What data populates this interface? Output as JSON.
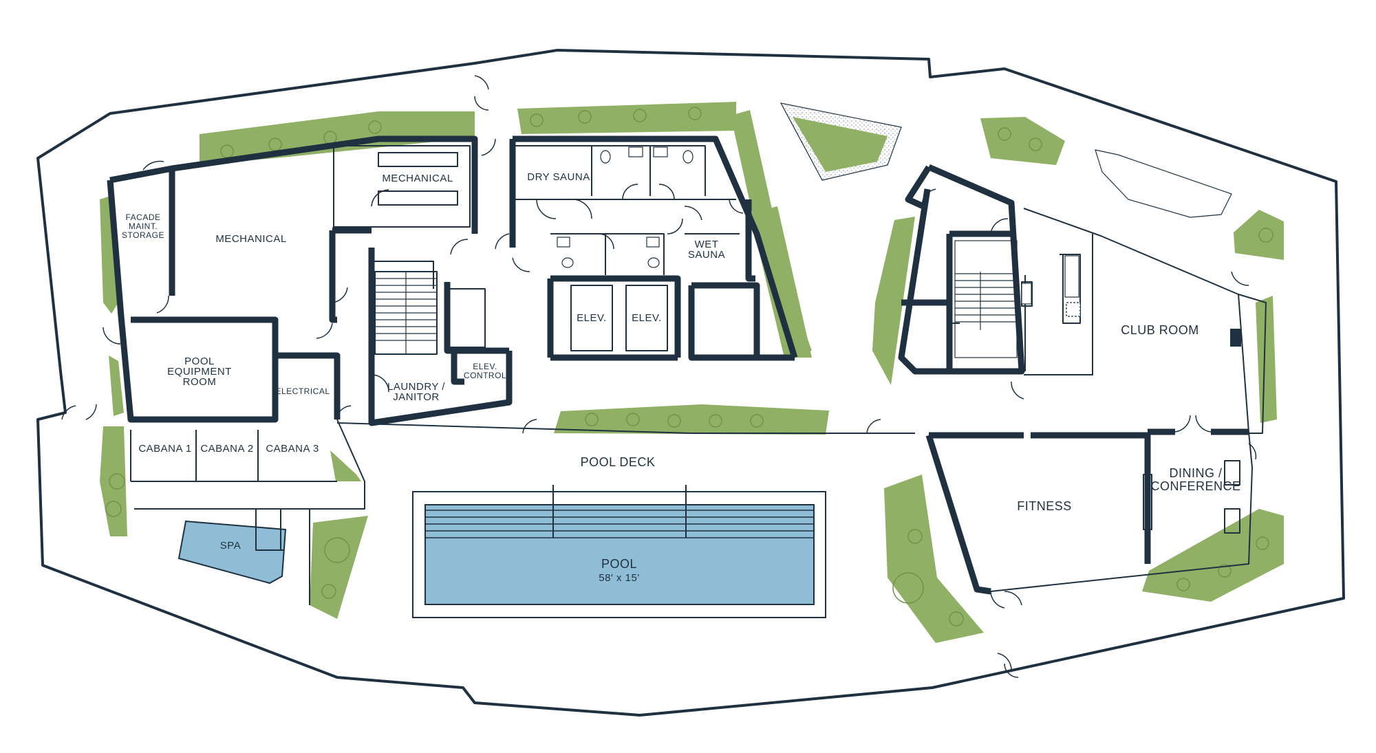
{
  "rooms": {
    "facade_maint_storage": [
      "FACADE",
      "MAINT.",
      "STORAGE"
    ],
    "mechanical_west": "MECHANICAL",
    "mechanical_north": "MECHANICAL",
    "pool_equipment_room": [
      "POOL",
      "EQUIPMENT",
      "ROOM"
    ],
    "electrical": "ELECTRICAL",
    "laundry_janitor": [
      "LAUNDRY /",
      "JANITOR"
    ],
    "elev_control": [
      "ELEV.",
      "CONTROL"
    ],
    "dry_sauna": "DRY SAUNA",
    "wet_sauna": [
      "WET",
      "SAUNA"
    ],
    "elev_1": "ELEV.",
    "elev_2": "ELEV.",
    "cabana_1": "CABANA 1",
    "cabana_2": "CABANA 2",
    "cabana_3": "CABANA 3",
    "spa": "SPA",
    "pool_deck": "POOL DECK",
    "pool": [
      "POOL",
      "58' x 15'"
    ],
    "club_room": "CLUB ROOM",
    "fitness": "FITNESS",
    "dining_conference": [
      "DINING /",
      "CONFERENCE"
    ]
  },
  "colors": {
    "wall": "#1f3140",
    "landscape": "#8fb065",
    "water": "#8fbdd6",
    "grid": "#e3e8ec"
  }
}
